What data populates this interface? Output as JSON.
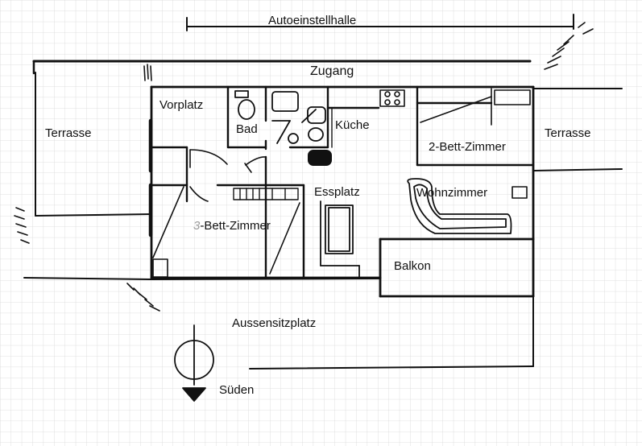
{
  "plan": {
    "labels": {
      "garage": "Autoeinstellhalle",
      "access": "Zugang",
      "terrace_left": "Terrasse",
      "terrace_right": "Terrasse",
      "entrance": "Vorplatz",
      "bath": "Bad",
      "kitchen": "Küche",
      "room_two_bed": "2-Bett-Zimmer",
      "dining": "Essplatz",
      "living": "Wohnzimmer",
      "room_three_bed_num": "3",
      "room_three_bed_rest": "-Bett-Zimmer",
      "balcony": "Balkon",
      "outdoor_seating": "Aussensitzplatz",
      "south": "Süden"
    },
    "colors": {
      "ink": "#111111",
      "grid": "#d8d8d8",
      "background": "#ffffff",
      "room_number": "#9a9a9a"
    },
    "icons": [
      "compass-south-icon",
      "stove-icon",
      "sink-icon",
      "toilet-icon",
      "bathtub-icon",
      "sofa-icon",
      "table-icon"
    ]
  }
}
